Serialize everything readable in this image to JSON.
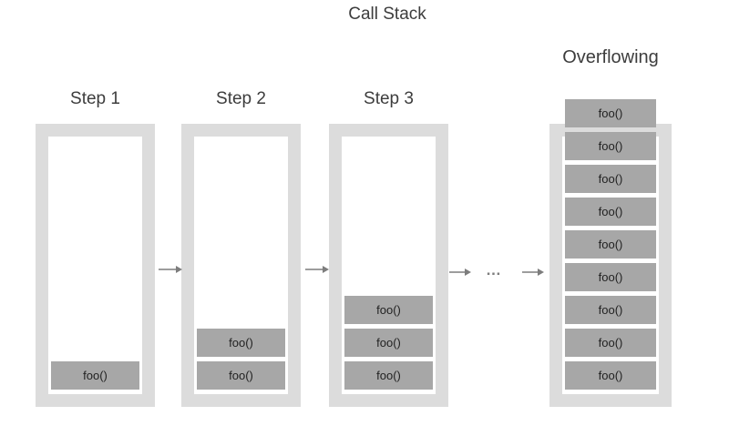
{
  "title": "Call Stack",
  "frame_label": "foo()",
  "columns": [
    {
      "label": "Step 1",
      "frames": 1,
      "overflowing": false
    },
    {
      "label": "Step 2",
      "frames": 2,
      "overflowing": false
    },
    {
      "label": "Step 3",
      "frames": 3,
      "overflowing": false
    },
    {
      "label": "Overflowing",
      "frames": 9,
      "overflowing": true
    }
  ],
  "connectors": {
    "ellipsis": "…"
  },
  "colors": {
    "container": "#dcdcdc",
    "frame": "#a7a7a7",
    "label_text": "#3d3d3d",
    "frame_text": "#222222",
    "arrow": "#7d7d7d",
    "background": "#ffffff"
  }
}
